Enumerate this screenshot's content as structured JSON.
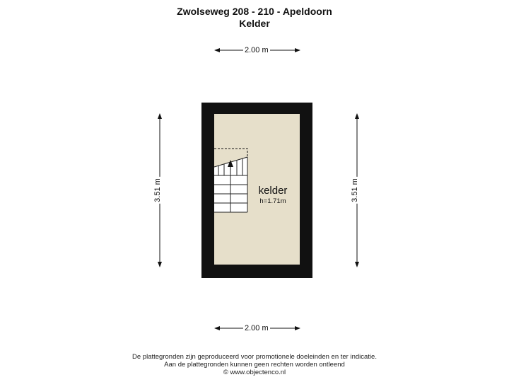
{
  "header": {
    "address": "Zwolseweg 208 - 210 - Apeldoorn",
    "floor": "Kelder"
  },
  "dimensions": {
    "top_width": "2.00 m",
    "bottom_width": "2.00 m",
    "left_height": "3.51 m",
    "right_height": "3.51 m"
  },
  "room": {
    "name": "kelder",
    "height": "h=1.71m"
  },
  "footer": {
    "line1": "De plattegronden zijn geproduceerd voor promotionele doeleinden en ter indicatie.",
    "line2": "Aan de plattegronden kunnen geen rechten worden ontleend",
    "line3": "© www.objectenco.nl"
  },
  "colors": {
    "wall": "#111111",
    "floor": "#e6dfca",
    "stairs": "#ffffff"
  }
}
